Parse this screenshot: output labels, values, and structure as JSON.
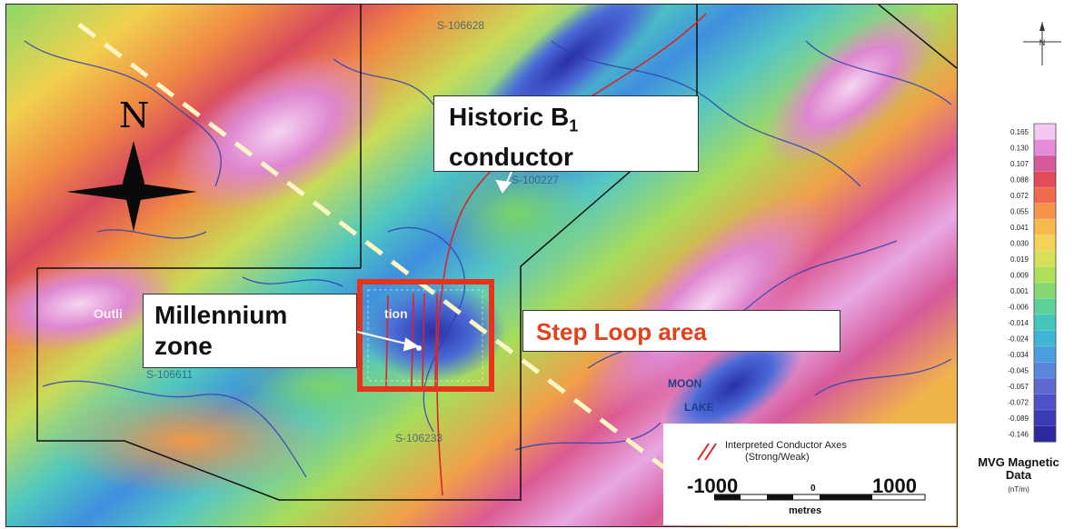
{
  "callouts": {
    "historic_line1": "Historic B",
    "historic_sub": "1",
    "historic_line2": "conductor",
    "millennium_line1": "Millennium",
    "millennium_line2": "zone",
    "step_loop": "Step Loop area"
  },
  "map_labels": {
    "claim_top": "S-106628",
    "claim_middle": "S-100227",
    "claim_left": "S-106611",
    "claim_bottom": "S-106233",
    "outline_left": "Outli",
    "outline_right": "tion",
    "lake_1": "MOON",
    "lake_2": "LAKE"
  },
  "north_arrow": {
    "letter": "N"
  },
  "legend": {
    "line1": "Interpreted Conductor Axes",
    "line2": "(Strong/Weak)",
    "conductor_color": "#d8262a"
  },
  "scale_bar": {
    "left": "-1000",
    "center": "0",
    "right": "1000",
    "unit": "metres"
  },
  "compass": {
    "letter": "N"
  },
  "colorbar": {
    "title_line1": "MVG Magnetic",
    "title_line2": "Data",
    "unit": "(nT/m)",
    "ticks": [
      "0.165",
      "0.130",
      "0.107",
      "0.088",
      "0.072",
      "0.055",
      "0.041",
      "0.030",
      "0.019",
      "0.009",
      "0.001",
      "-0.006",
      "-0.014",
      "-0.024",
      "-0.034",
      "-0.045",
      "-0.057",
      "-0.072",
      "-0.089",
      "-0.146"
    ],
    "colors": [
      "#f4c8f2",
      "#e48cd8",
      "#d65a9a",
      "#e24a5a",
      "#ee6a4a",
      "#f5944a",
      "#f7b84c",
      "#f3d35a",
      "#d8e05a",
      "#aede5a",
      "#86d870",
      "#5ed09a",
      "#45c6bc",
      "#3fb6d6",
      "#4a9ee0",
      "#5a86dc",
      "#5e6ad2",
      "#4e50c8",
      "#3a3ab6",
      "#2c28a0"
    ]
  }
}
